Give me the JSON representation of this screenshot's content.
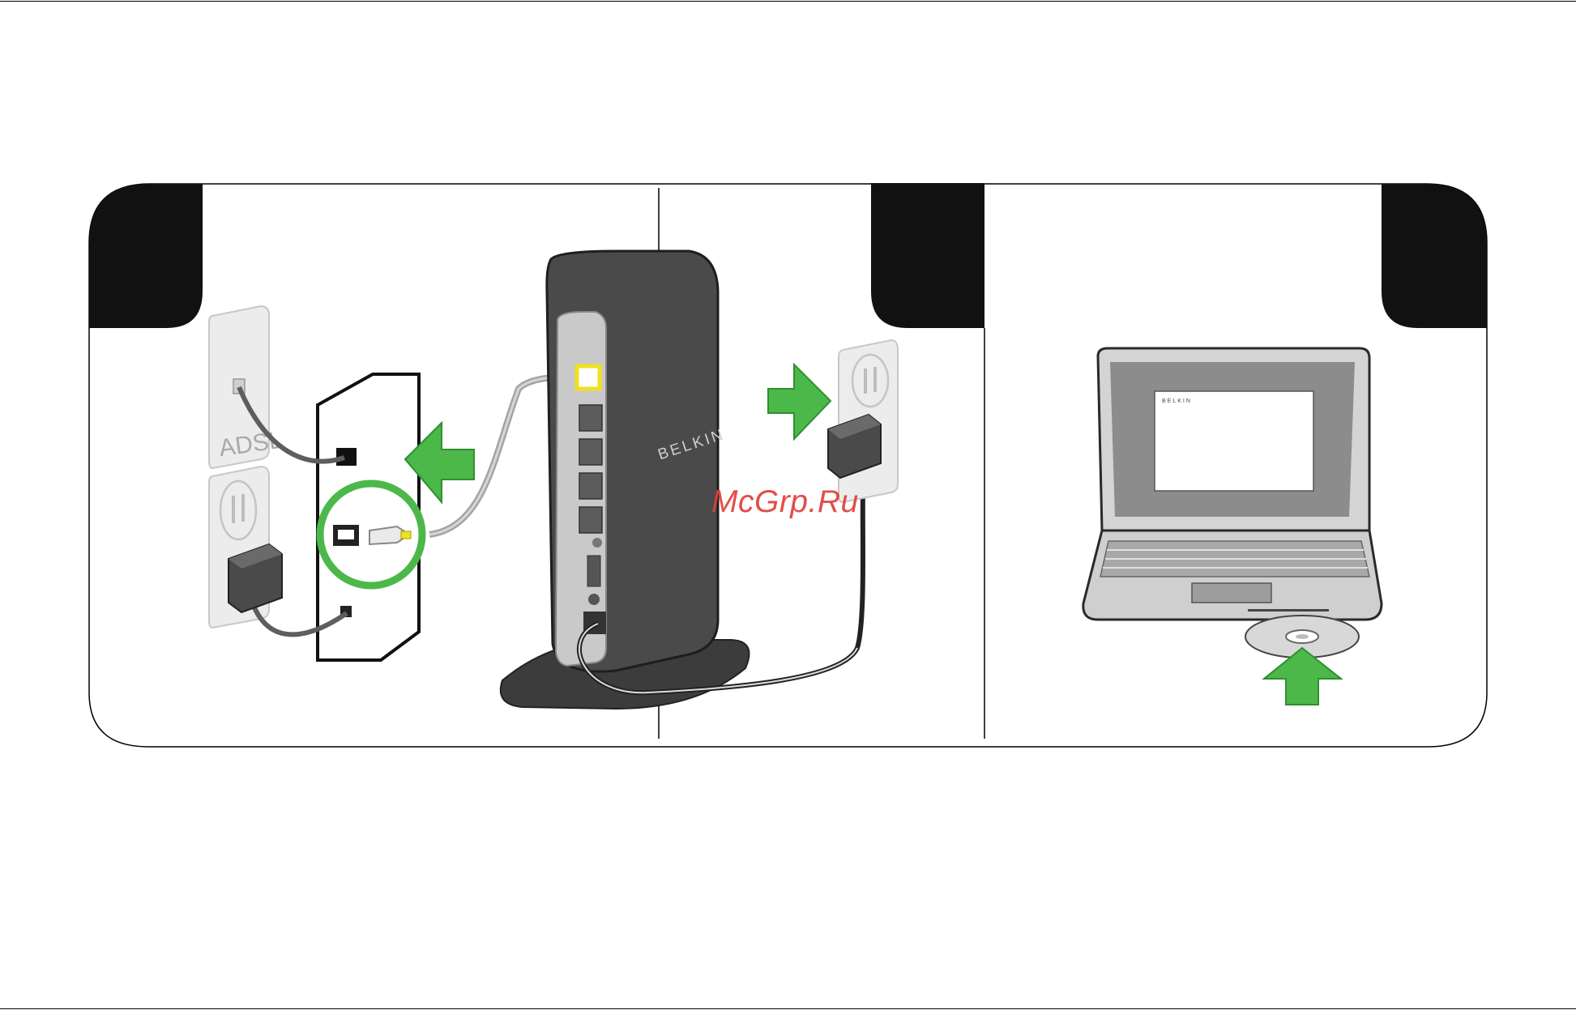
{
  "labels": {
    "adsl": "ADSL",
    "router_brand": "BELKIN",
    "screen_brand": "BELKIN"
  },
  "watermark": "McGrp.Ru",
  "colors": {
    "accent_green": "#4cb84a",
    "port_yellow": "#f0e020",
    "router_body": "#4a4a4a",
    "tab_black": "#111111"
  },
  "icons": [
    "arrow-right-icon",
    "arrow-left-icon",
    "arrow-up-icon",
    "disc-icon",
    "power-adapter-icon",
    "ethernet-port-icon"
  ]
}
